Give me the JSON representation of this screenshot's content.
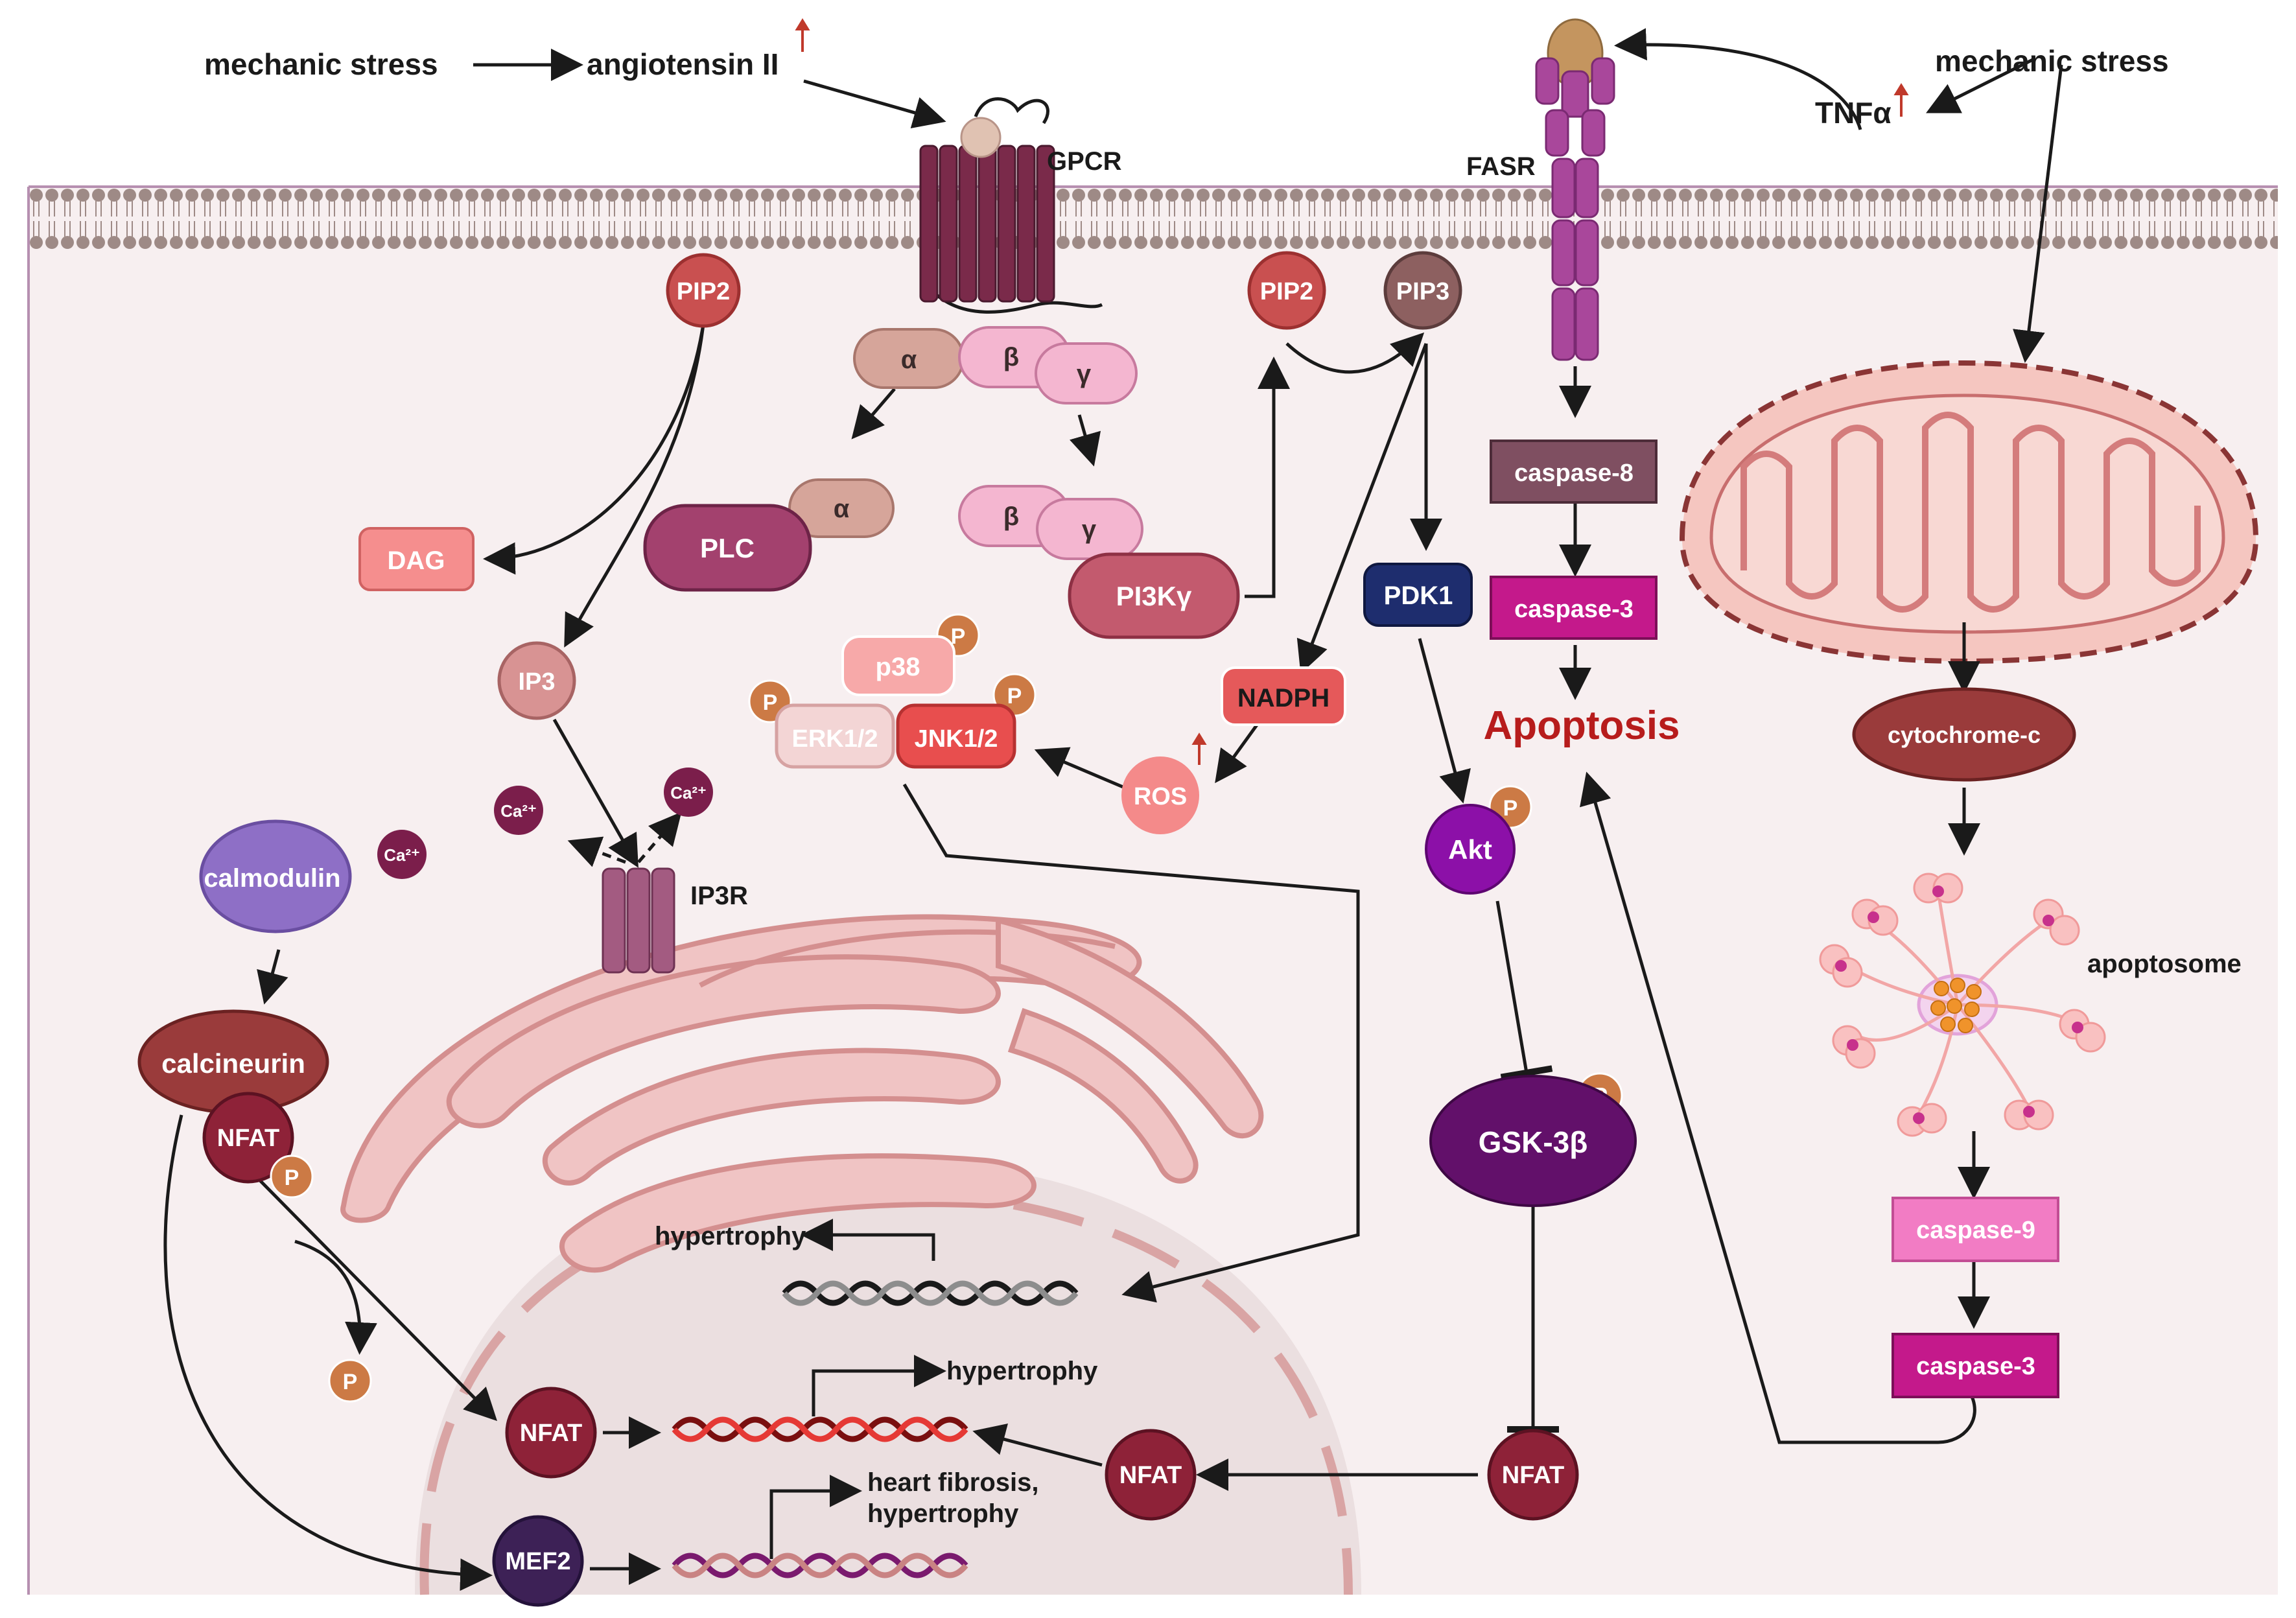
{
  "labels": {
    "mechanic_stress_left": "mechanic stress",
    "angiotensin": "angiotensin II",
    "gpcr": "GPCR",
    "fasr": "FASR",
    "tnfa": "TNFα",
    "mechanic_stress_right": "mechanic stress",
    "pip2_left": "PIP2",
    "pip2_right": "PIP2",
    "pip3": "PIP3",
    "alpha_top": "α",
    "beta_top": "β",
    "gamma_top": "γ",
    "alpha_plc": "α",
    "plc": "PLC",
    "beta_pi3k": "β",
    "gamma_pi3k": "γ",
    "pi3k": "PI3Kγ",
    "dag": "DAG",
    "ip3": "IP3",
    "ca_left": "Ca²⁺",
    "ca_right": "Ca²⁺",
    "ca_calmodulin": "Ca²⁺",
    "ip3r": "IP3R",
    "p38": "p38",
    "erk": "ERK1/2",
    "jnk": "JNK1/2",
    "p": "P",
    "nadph": "NADPH",
    "ros": "ROS",
    "pdk1": "PDK1",
    "akt": "Akt",
    "gsk": "GSK-3β",
    "caspase8": "caspase-8",
    "caspase3_top": "caspase-3",
    "apoptosis": "Apoptosis",
    "cytochrome": "cytochrome-c",
    "apoptosome": "apoptosome",
    "caspase9": "caspase-9",
    "caspase3_bottom": "caspase-3",
    "calmodulin": "calmodulin",
    "calcineurin": "calcineurin",
    "nfat_calcineurin": "NFAT",
    "nfat_nucleus": "NFAT",
    "nfat_middle": "NFAT",
    "nfat_right": "NFAT",
    "mef2": "MEF2",
    "hypertrophy_top": "hypertrophy",
    "hypertrophy_mid": "hypertrophy",
    "heart_fibrosis_l1": "heart fibrosis,",
    "heart_fibrosis_l2": "hypertrophy"
  },
  "colors": {
    "membrane": "#b69d97",
    "cytoplasm": "#f7eff0",
    "nucleus": "#e9dcdd",
    "up_arrow": "#c0392b",
    "apoptosis_text": "#b71c1c"
  }
}
